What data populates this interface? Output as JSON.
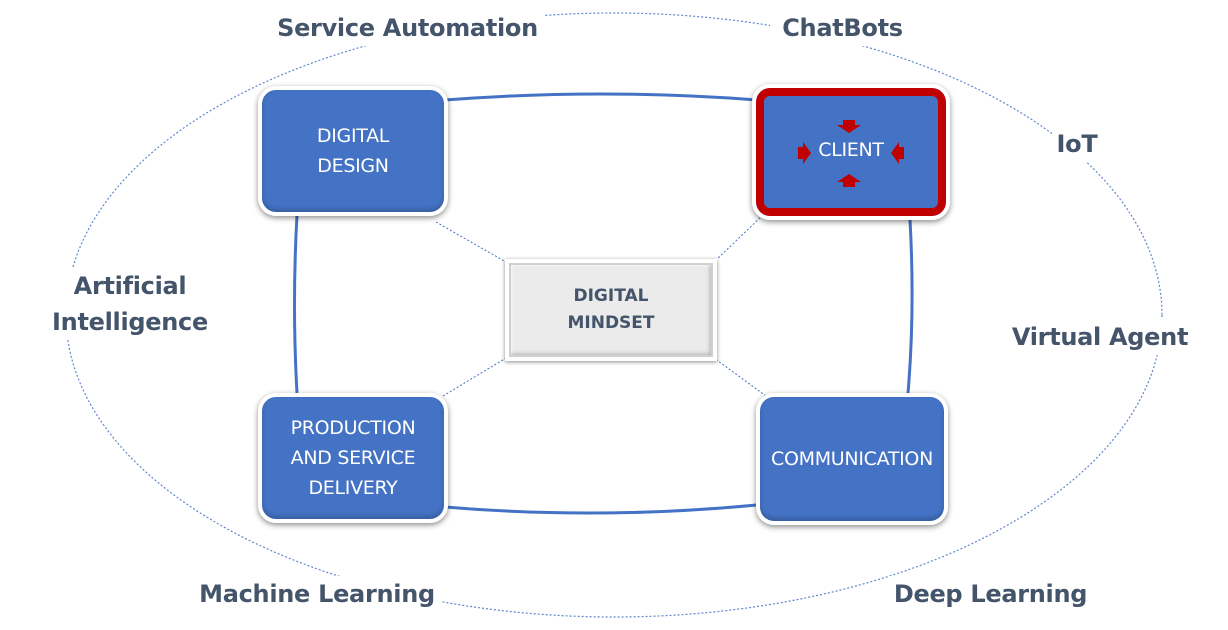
{
  "diagram": {
    "center": {
      "lines": [
        "DIGITAL",
        "MINDSET"
      ]
    },
    "nodes": {
      "top_left": {
        "lines": [
          "DIGITAL",
          "DESIGN"
        ]
      },
      "top_right": {
        "lines": [
          "CLIENT"
        ],
        "highlighted": true,
        "icon": "inward-arrows-icon"
      },
      "bottom_left": {
        "lines": [
          "PRODUCTION",
          "AND SERVICE",
          "DELIVERY"
        ]
      },
      "bottom_right": {
        "lines": [
          "COMMUNICATION"
        ]
      }
    },
    "outer_ring": {
      "service_automation": "Service Automation",
      "chatbots": "ChatBots",
      "iot": "IoT",
      "virtual_agent": "Virtual Agent",
      "deep_learning": "Deep Learning",
      "machine_learning": "Machine Learning",
      "artificial_intelligence": [
        "Artificial",
        "Intelligence"
      ]
    },
    "colors": {
      "node_fill": "#4472c4",
      "highlight_border": "#c00000",
      "arrow": "#c00000",
      "center_fill": "#ebebeb",
      "label_text": "#44546a",
      "connector": "#4472c4"
    }
  }
}
